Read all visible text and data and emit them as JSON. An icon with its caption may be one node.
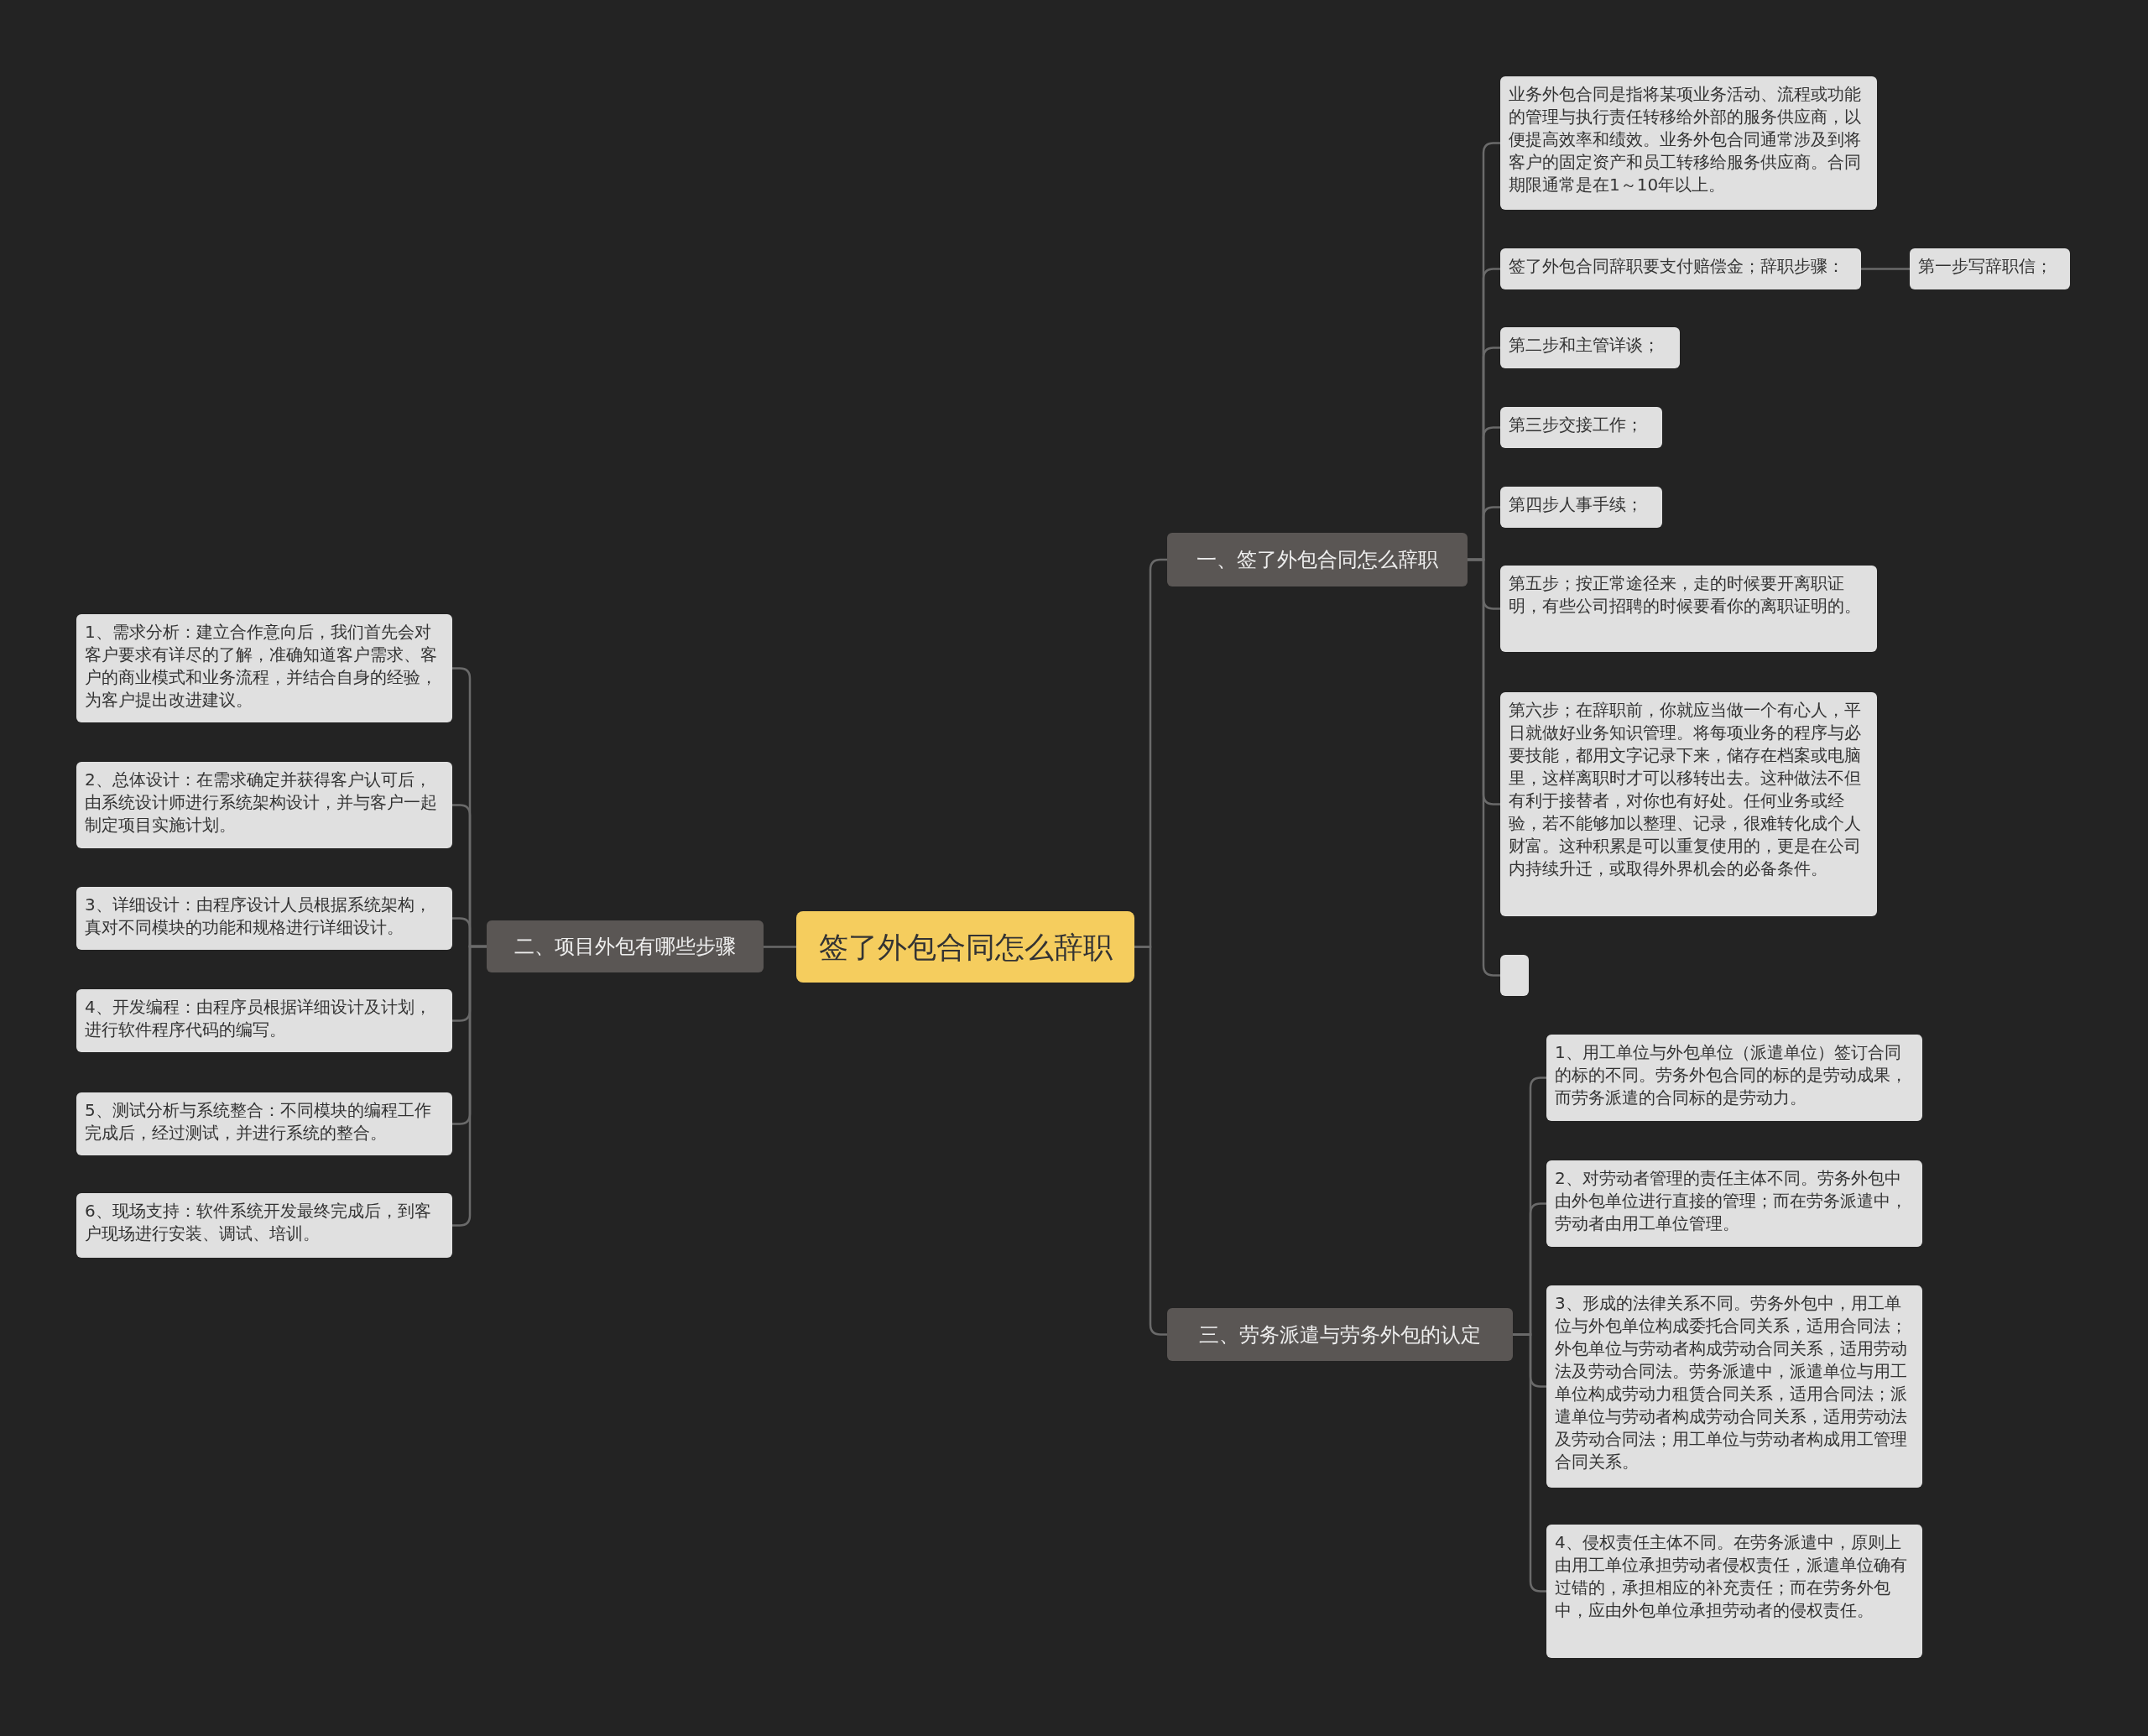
{
  "diagram": {
    "nodes": [
      {
        "text": [
          "签了外包合同怎么辞职"
        ]
      },
      {
        "text": [
          "一、签了外包合同怎么辞职"
        ]
      },
      {
        "text": [
          "业务外包合同是指将某项业务活动、流程或功能的管理与执行责任转移给外部的服务供应商，以便提高效率和绩效。业务外包合同通常涉及到将客户的固定资产和员工转移给服务供应商。合同期限通常是在1～10年以上。"
        ]
      },
      {
        "text": [
          "签了外包合同辞职要支付赔偿金；辞职步骤："
        ]
      },
      {
        "text": [
          "第一步写辞职信；"
        ]
      },
      {
        "text": [
          "第二步和主管详谈；"
        ]
      },
      {
        "text": [
          "第三步交接工作；"
        ]
      },
      {
        "text": [
          "第四步人事手续；"
        ]
      },
      {
        "text": [
          "第五步；按正常途径来，走的时候要开离职证明，有些公司招聘的时候要看你的离职证明的。"
        ]
      },
      {
        "text": [
          "第六步；在辞职前，你就应当做一个有心人，平日就做好业务知识管理。将每项业务的程序与必要技能，都用文字记录下来，储存在档案或电脑里，这样离职时才可以移转出去。这种做法不但有利于接替者，对你也有好处。任何业务或经验，若不能够加以整理、记录，很难转化成个人财富。这种积累是可以重复使用的，更是在公司内持续升迁，或取得外界机会的必备条件。"
        ]
      },
      {
        "text": [],
        "shape": "box"
      },
      {
        "text": [
          "二、项目外包有哪些步骤"
        ]
      },
      {
        "text": [
          "1、需求分析：建立合作意向后，我们首先会对客户要求有详尽的了解，准确知道客户需求、客户的商业模式和业务流程，并结合自身的经验，为客户提出改进建议。"
        ]
      },
      {
        "text": [
          "2、总体设计：在需求确定并获得客户认可后，由系统设计师进行系统架构设计，并与客户一起制定项目实施计划。"
        ]
      },
      {
        "text": [
          "3、详细设计：由程序设计人员根据系统架构，真对不同模块的功能和规格进行详细设计。"
        ]
      },
      {
        "text": [
          "4、开发编程：由程序员根据详细设计及计划，进行软件程序代码的编写。"
        ]
      },
      {
        "text": [
          "5、测试分析与系统整合：不同模块的编程工作完成后，经过测试，并进行系统的整合。"
        ]
      },
      {
        "text": [
          "6、现场支持：软件系统开发最终完成后，到客户现场进行安装、调试、培训。"
        ]
      },
      {
        "text": [
          "三、劳务派遣与劳务外包的认定"
        ]
      },
      {
        "text": [
          "1、用工单位与外包单位（派遣单位）签订合同的标的不同。劳务外包合同的标的是劳动成果，而劳务派遣的合同标的是劳动力。"
        ]
      },
      {
        "text": [
          "2、对劳动者管理的责任主体不同。劳务外包中由外包单位进行直接的管理；而在劳务派遣中，劳动者由用工单位管理。"
        ]
      },
      {
        "text": [
          "3、形成的法律关系不同。劳务外包中，用工单位与外包单位构成委托合同关系，适用合同法；外包单位与劳动者构成劳动合同关系，适用劳动法及劳动合同法。劳务派遣中，派遣单位与用工单位构成劳动力租赁合同关系，适用合同法；派遣单位与劳动者构成劳动合同关系，适用劳动法及劳动合同法；用工单位与劳动者构成用工管理合同关系。"
        ]
      },
      {
        "text": [
          "4、侵权责任主体不同。在劳务派遣中，原则上由用工单位承担劳动者侵权责任，派遣单位确有过错的，承担相应的补充责任；而在劳务外包中，应由外包单位承担劳动者的侵权责任。"
        ]
      }
    ],
    "edges": [
      {
        "from": 0,
        "to": 1,
        "arrow": "none"
      },
      {
        "from": 1,
        "to": 2,
        "arrow": "none"
      },
      {
        "from": 1,
        "to": 3,
        "arrow": "none"
      },
      {
        "from": 3,
        "to": 4,
        "arrow": "none"
      },
      {
        "from": 1,
        "to": 5,
        "arrow": "none"
      },
      {
        "from": 1,
        "to": 6,
        "arrow": "none"
      },
      {
        "from": 1,
        "to": 7,
        "arrow": "none"
      },
      {
        "from": 1,
        "to": 8,
        "arrow": "none"
      },
      {
        "from": 1,
        "to": 9,
        "arrow": "none"
      },
      {
        "from": 1,
        "to": 10,
        "arrow": "none"
      },
      {
        "from": 0,
        "to": 11,
        "arrow": "none"
      },
      {
        "from": 11,
        "to": 12,
        "arrow": "none"
      },
      {
        "from": 11,
        "to": 13,
        "arrow": "none"
      },
      {
        "from": 11,
        "to": 14,
        "arrow": "none"
      },
      {
        "from": 11,
        "to": 15,
        "arrow": "none"
      },
      {
        "from": 11,
        "to": 16,
        "arrow": "none"
      },
      {
        "from": 11,
        "to": 17,
        "arrow": "none"
      },
      {
        "from": 0,
        "to": 18,
        "arrow": "none"
      },
      {
        "from": 18,
        "to": 19,
        "arrow": "none"
      },
      {
        "from": 18,
        "to": 20,
        "arrow": "none"
      },
      {
        "from": 18,
        "to": 21,
        "arrow": "none"
      },
      {
        "from": 18,
        "to": 22,
        "arrow": "none"
      }
    ]
  }
}
